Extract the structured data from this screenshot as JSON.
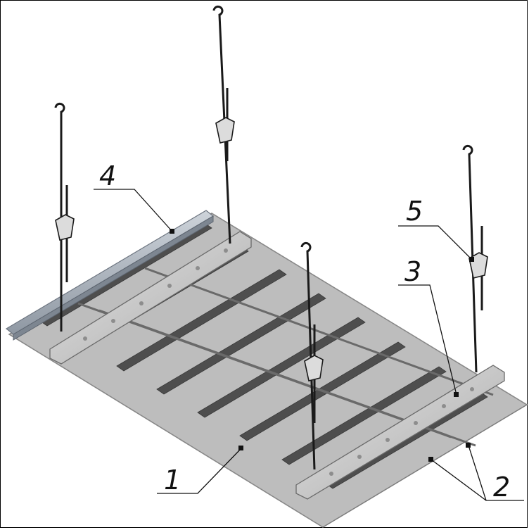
{
  "callouts": [
    {
      "id": "1",
      "label": "1"
    },
    {
      "id": "2",
      "label": "2"
    },
    {
      "id": "3",
      "label": "3"
    },
    {
      "id": "4",
      "label": "4"
    },
    {
      "id": "5",
      "label": "5"
    }
  ],
  "colors": {
    "panel": "#b4b4b4",
    "panel_edge": "#8c8c8c",
    "gap": "#4a4a4a",
    "rail": "#a8aeb6",
    "stringer": "#c9c9c9",
    "rod": "#1a1a1a"
  }
}
